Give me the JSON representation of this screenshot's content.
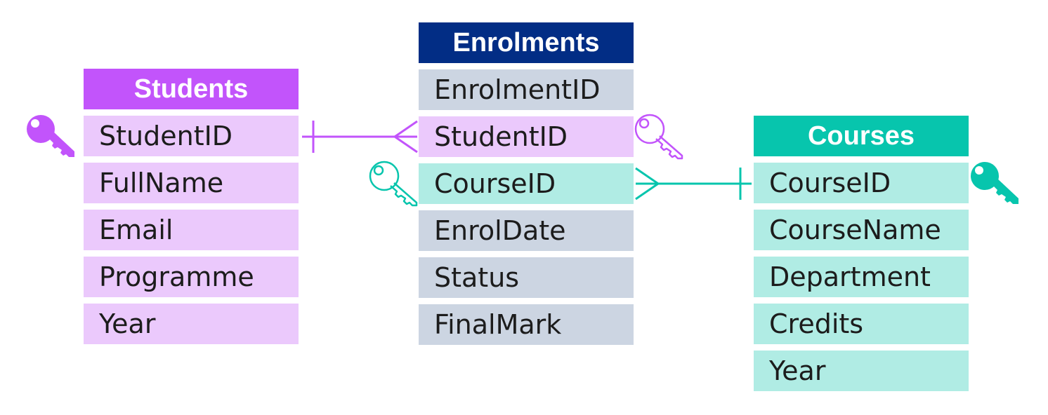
{
  "students": {
    "title": "Students",
    "header_color": "#c254fb",
    "row_color": "#ebc9fc",
    "fields": [
      "StudentID",
      "FullName",
      "Email",
      "Programme",
      "Year"
    ]
  },
  "enrolments": {
    "title": "Enrolments",
    "header_color": "#022d85",
    "row_color": "#ccd5e2",
    "fk_student_color": "#ebc9fc",
    "fk_course_color": "#b0ece4",
    "fields": [
      "EnrolmentID",
      "StudentID",
      "CourseID",
      "EnrolDate",
      "Status",
      "FinalMark"
    ]
  },
  "courses": {
    "title": "Courses",
    "header_color": "#07c5ad",
    "row_color": "#b0ece4",
    "fields": [
      "CourseID",
      "CourseName",
      "Department",
      "Credits",
      "Year"
    ]
  },
  "icons": {
    "students_pk": "key-icon-filled",
    "enrolments_student_fk": "key-icon-outline",
    "enrolments_course_fk": "key-icon-outline",
    "courses_pk": "key-icon-filled"
  },
  "relationships": [
    {
      "from": "Students.StudentID",
      "to": "Enrolments.StudentID",
      "type": "one-to-many",
      "color": "#c254fb"
    },
    {
      "from": "Courses.CourseID",
      "to": "Enrolments.CourseID",
      "type": "one-to-many",
      "color": "#07c5ad"
    }
  ]
}
